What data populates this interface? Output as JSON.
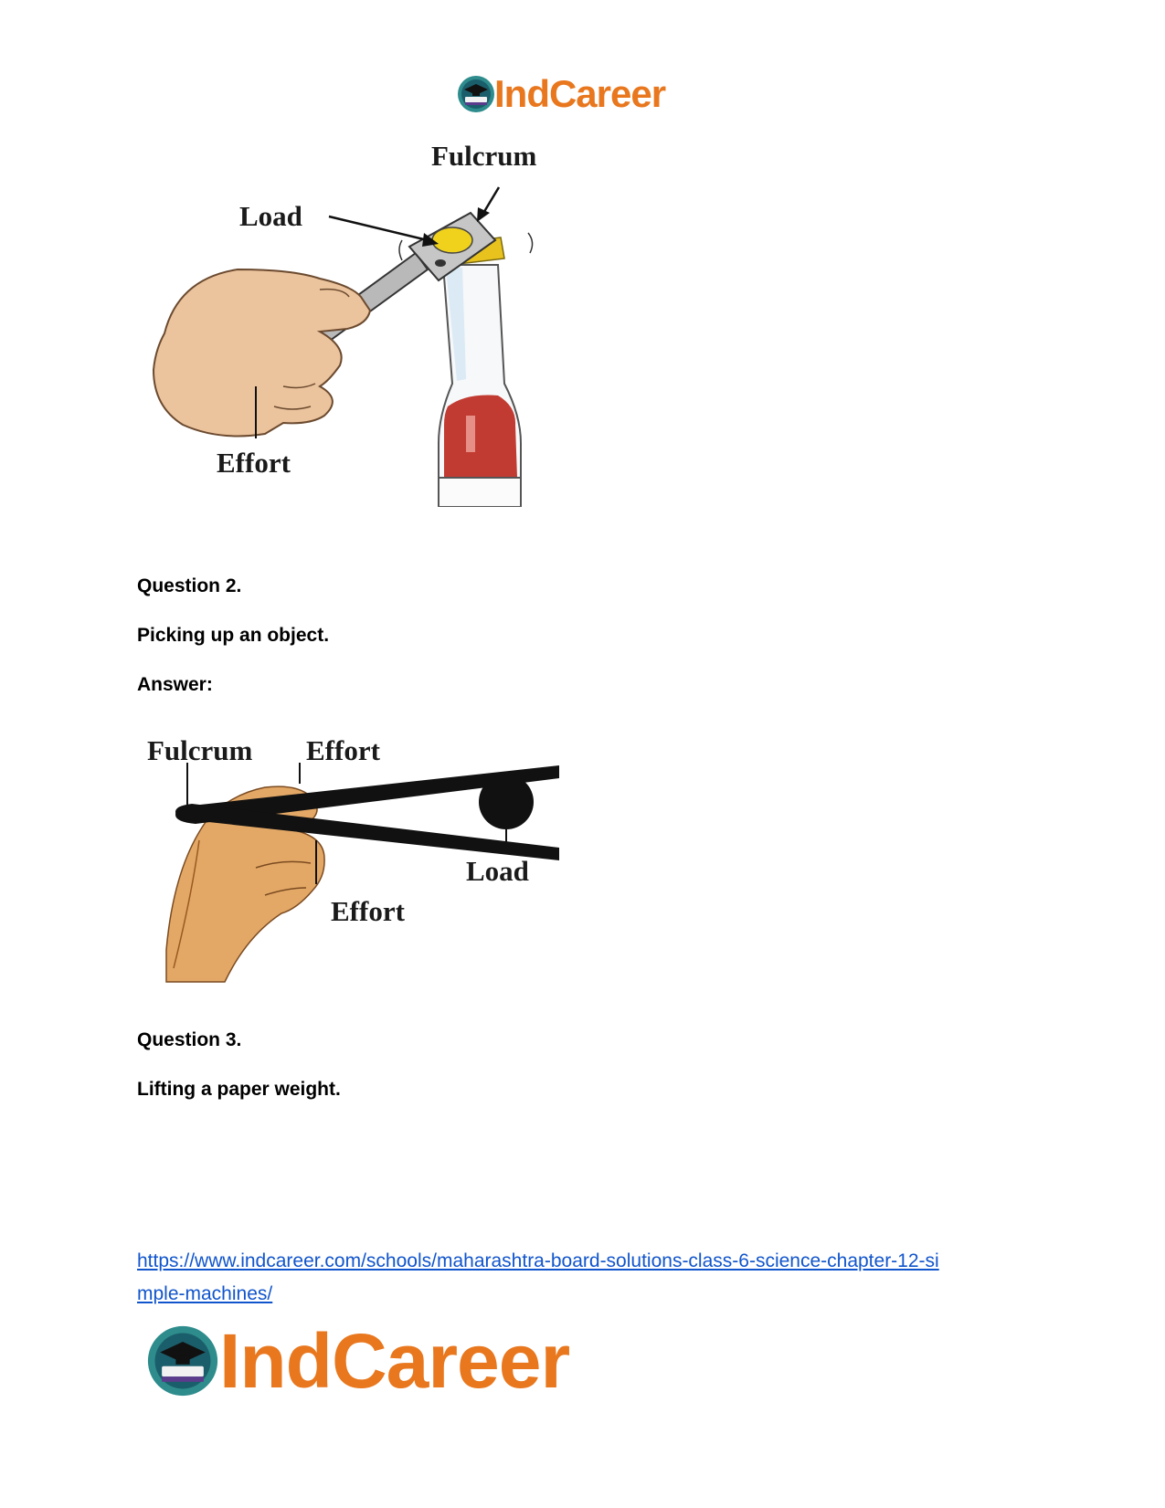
{
  "header": {
    "brand": "IndCareer"
  },
  "figure1": {
    "labels": {
      "fulcrum": "Fulcrum",
      "load": "Load",
      "effort": "Effort"
    }
  },
  "question2": {
    "number": "Question 2.",
    "text": "Picking up an object.",
    "answer_label": "Answer:"
  },
  "figure2": {
    "labels": {
      "fulcrum": "Fulcrum",
      "effort_top": "Effort",
      "load": "Load",
      "effort_bottom": "Effort"
    }
  },
  "question3": {
    "number": "Question 3.",
    "text": "Lifting a paper weight."
  },
  "footer": {
    "link_line1": "https://www.indcareer.com/schools/maharashtra-board-solutions-class-6-science-chapter-12-si",
    "link_line2": "mple-machines/",
    "brand": "IndCareer"
  },
  "colors": {
    "brand_orange": "#e8771e",
    "link_blue": "#1155cc"
  }
}
